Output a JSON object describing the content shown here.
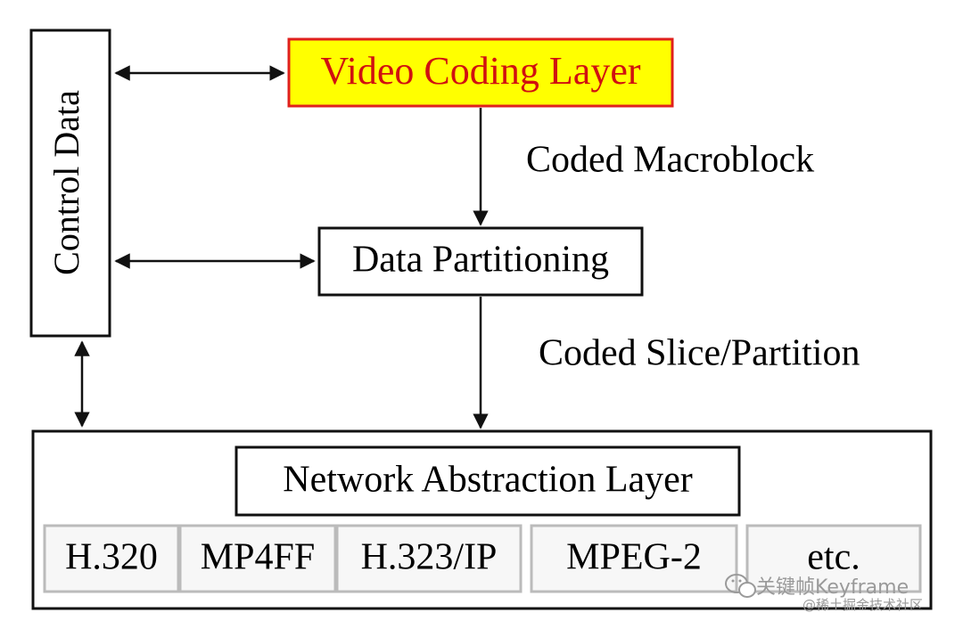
{
  "title": "",
  "control": {
    "label": "Control Data"
  },
  "vcl": {
    "label": "Video Coding Layer",
    "fill": "#ffff00",
    "border": "#e0201c",
    "text_color": "#d01010"
  },
  "dp": {
    "label": "Data Partitioning"
  },
  "edges": {
    "coded_macroblock": "Coded Macroblock",
    "coded_slice": "Coded Slice/Partition"
  },
  "nal": {
    "label": "Network Abstraction Layer",
    "transports": [
      "H.320",
      "MP4FF",
      "H.323/IP",
      "MPEG-2",
      "etc."
    ]
  },
  "watermark": {
    "line1": "关键帧Keyframe",
    "line2": "@稀土掘金技术社区",
    "icon": "wechat-icon"
  }
}
